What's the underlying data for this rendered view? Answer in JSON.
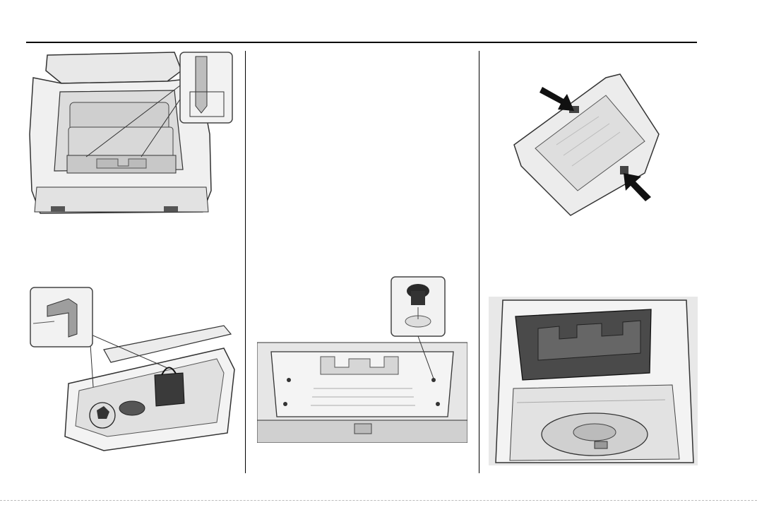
{
  "page": {
    "header_rule": true,
    "columns": 3
  },
  "figures": [
    {
      "id": "liftgate-open-cargo-hooks",
      "column": 1,
      "icon": "suv-rear-open-liftgate"
    },
    {
      "id": "cargo-tray-with-items",
      "column": 1,
      "icon": "cargo-tray-items"
    },
    {
      "id": "underfloor-storage-hooks",
      "column": 2,
      "icon": "underfloor-tray"
    },
    {
      "id": "cargo-tray-latches",
      "column": 3,
      "icon": "tray-latches"
    },
    {
      "id": "cargo-tray-spare-tire",
      "column": 3,
      "icon": "tray-over-spare-tire"
    }
  ]
}
